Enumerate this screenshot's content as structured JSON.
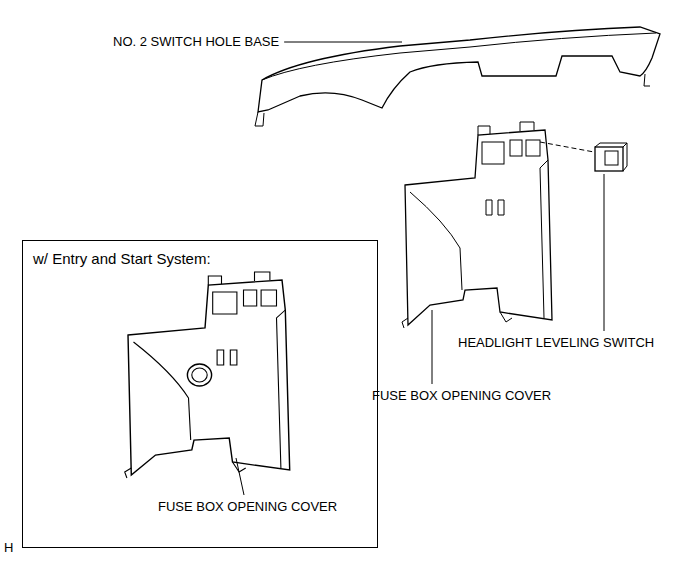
{
  "diagram": {
    "nodes": [
      {
        "text": [
          "w/ Entry and Start System:",
          "FUSE BOX OPENING COVER"
        ]
      }
    ],
    "labels": [
      "NO. 2 SWITCH HOLE BASE",
      "HEADLIGHT LEVELING SWITCH",
      "FUSE BOX OPENING COVER",
      "H"
    ]
  }
}
